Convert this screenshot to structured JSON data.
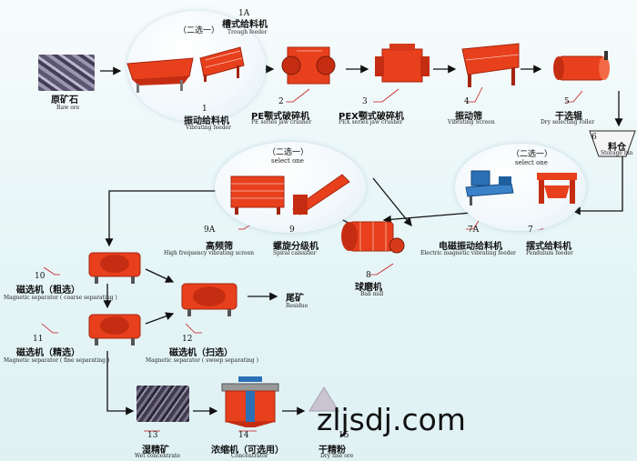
{
  "stations": {
    "raw_ore": {
      "cn": "原矿石",
      "en": "Raw ore"
    },
    "s1a": {
      "num": "1A",
      "cn": "槽式给料机",
      "en": "Trough feeder"
    },
    "choose1": "（二选一）",
    "s1": {
      "num": "1",
      "cn": "振动给料机",
      "en": "Vibrating feeder"
    },
    "s2": {
      "num": "2",
      "cn": "PE颚式破碎机",
      "en": "PE series jaw crusher"
    },
    "s3": {
      "num": "3",
      "cn": "PEX颚式破碎机",
      "en": "PEX series jaw crusher"
    },
    "s4": {
      "num": "4",
      "cn": "振动筛",
      "en": "Vibrating Screen"
    },
    "s5": {
      "num": "5",
      "cn": "干选辊",
      "en": "Dry selecting roller"
    },
    "s6": {
      "num": "6",
      "cn": "料仓",
      "en": "Storage bin"
    },
    "choose2": {
      "cn": "（二选一）",
      "en": "select one"
    },
    "choose3": {
      "cn": "（二选一）",
      "en": "select one"
    },
    "s7a": {
      "num": "7A",
      "cn": "电磁振动给料机",
      "en": "Electric magnetic vibrating feeder"
    },
    "s7": {
      "num": "7",
      "cn": "摆式给料机",
      "en": "Pendulum feeder"
    },
    "s8": {
      "num": "8",
      "cn": "球磨机",
      "en": "Ball mill"
    },
    "s9a": {
      "num": "9A",
      "cn": "高频筛",
      "en": "High frequency vibrating screen"
    },
    "s9": {
      "num": "9",
      "cn": "螺旋分级机",
      "en": "Spiral calssifier"
    },
    "s10": {
      "num": "10",
      "cn": "磁选机（粗选）",
      "en": "Magnetic separator ( coarse separating )"
    },
    "s11": {
      "num": "11",
      "cn": "磁选机（精选）",
      "en": "Magnetic separator ( fine separating )"
    },
    "s12": {
      "num": "12",
      "cn": "磁选机（扫选）",
      "en": "Magnetic separator ( sweep separating )"
    },
    "residue": {
      "cn": "尾矿",
      "en": "Residue"
    },
    "s13": {
      "num": "13",
      "cn": "湿精矿",
      "en": "Wet concentrate"
    },
    "s14": {
      "num": "14",
      "cn": "浓缩机（可选用）",
      "en": "Concentrator"
    },
    "s15": {
      "num": "15",
      "cn": "干精粉",
      "en": "Dry fine ore"
    }
  },
  "watermark": "zljsdj.com",
  "colors": {
    "machine": "#e8401c",
    "frame": "#c52d12",
    "arrow": "#111111",
    "leader": "#c4161c",
    "ore": "#6f6a84"
  }
}
